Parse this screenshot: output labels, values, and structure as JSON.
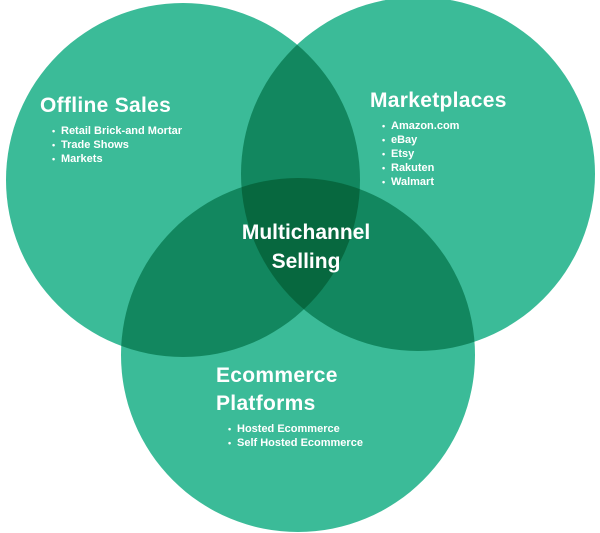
{
  "diagram": {
    "center_label_line1": "Multichannel",
    "center_label_line2": "Selling",
    "circles": {
      "offline": {
        "title": "Offline Sales",
        "items": [
          "Retail Brick-and Mortar",
          "Trade Shows",
          "Markets"
        ]
      },
      "marketplaces": {
        "title": "Marketplaces",
        "items": [
          "Amazon.com",
          "eBay",
          "Etsy",
          "Rakuten",
          "Walmart"
        ]
      },
      "ecommerce": {
        "title_line1": "Ecommerce",
        "title_line2": "Platforms",
        "items": [
          "Hosted Ecommerce",
          "Self Hosted Ecommerce"
        ]
      }
    },
    "colors": {
      "base": "#3bbb98",
      "pair_overlap": "#12875f",
      "center_overlap": "#07683f",
      "text": "#ffffff"
    }
  }
}
